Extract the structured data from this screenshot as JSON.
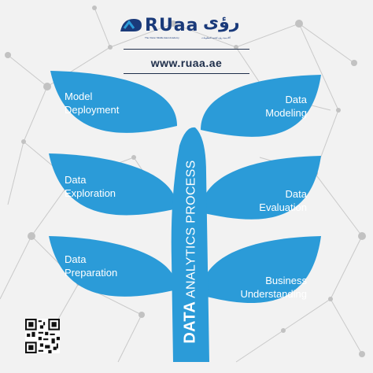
{
  "brand": {
    "name_en": "RUaa",
    "name_ar": "رؤى",
    "tagline_en": "The Vision Middle East Academy",
    "tagline_ar": "أكاديمية رؤى لتقنية المعلومات",
    "url": "www.ruaa.ae",
    "colors": {
      "navy": "#1e2e4a",
      "blue": "#2b9bd8",
      "logo_blue": "#1a3a7a"
    }
  },
  "diagram": {
    "title_part1": "DATA",
    "title_part2": "ANALYTICS PROCESS",
    "left_steps": [
      {
        "label": "Model\nDeployment"
      },
      {
        "label": "Data\nExploration"
      },
      {
        "label": "Data\nPreparation"
      }
    ],
    "right_steps": [
      {
        "label": "Data\nModeling"
      },
      {
        "label": "Data\nEvaluation"
      },
      {
        "label": "Business\nUnderstanding"
      }
    ]
  },
  "qr": {
    "icon": "qr-code-icon"
  }
}
